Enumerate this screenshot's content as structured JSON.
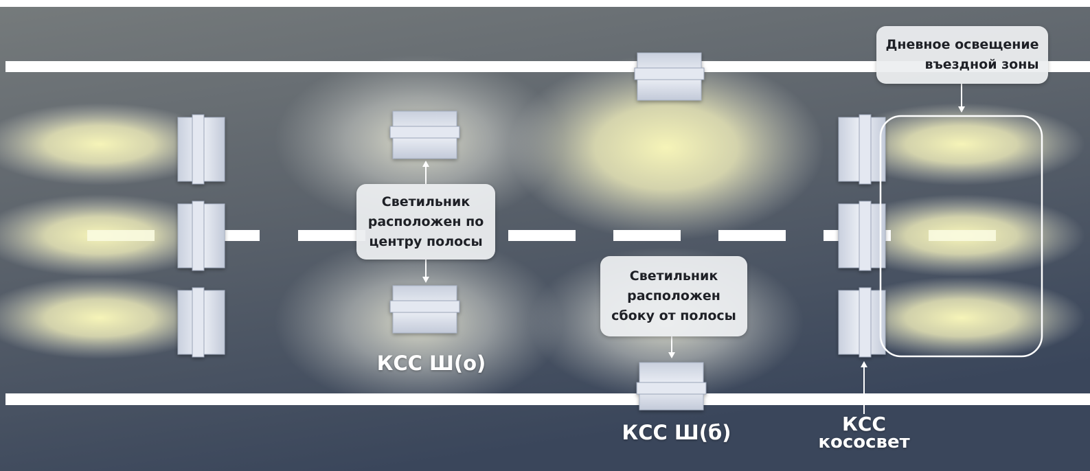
{
  "labels": {
    "daytime": {
      "line1": "Дневное освещение",
      "line2": "въездной зоны"
    },
    "center": {
      "line1": "Светильник",
      "line2": "расположен по",
      "line3": "центру полосы"
    },
    "side": {
      "line1": "Светильник",
      "line2": "расположен",
      "line3": "сбоку от полосы"
    },
    "kss_o": "КСС Ш(о)",
    "kss_b": "КСС Ш(б)",
    "kss_kosovet": {
      "line1": "КСС",
      "line2": "кососвет"
    }
  },
  "colors": {
    "road_light": "#6e7478",
    "road_dark": "#3c4a5e",
    "glow": "#f4f2b4",
    "lane_marking": "#ffffff",
    "fixture_body": "#dde3ee",
    "fixture_edge": "#a9b3c6",
    "label_bg": "#eceef0",
    "label_text": "#1e2026"
  }
}
